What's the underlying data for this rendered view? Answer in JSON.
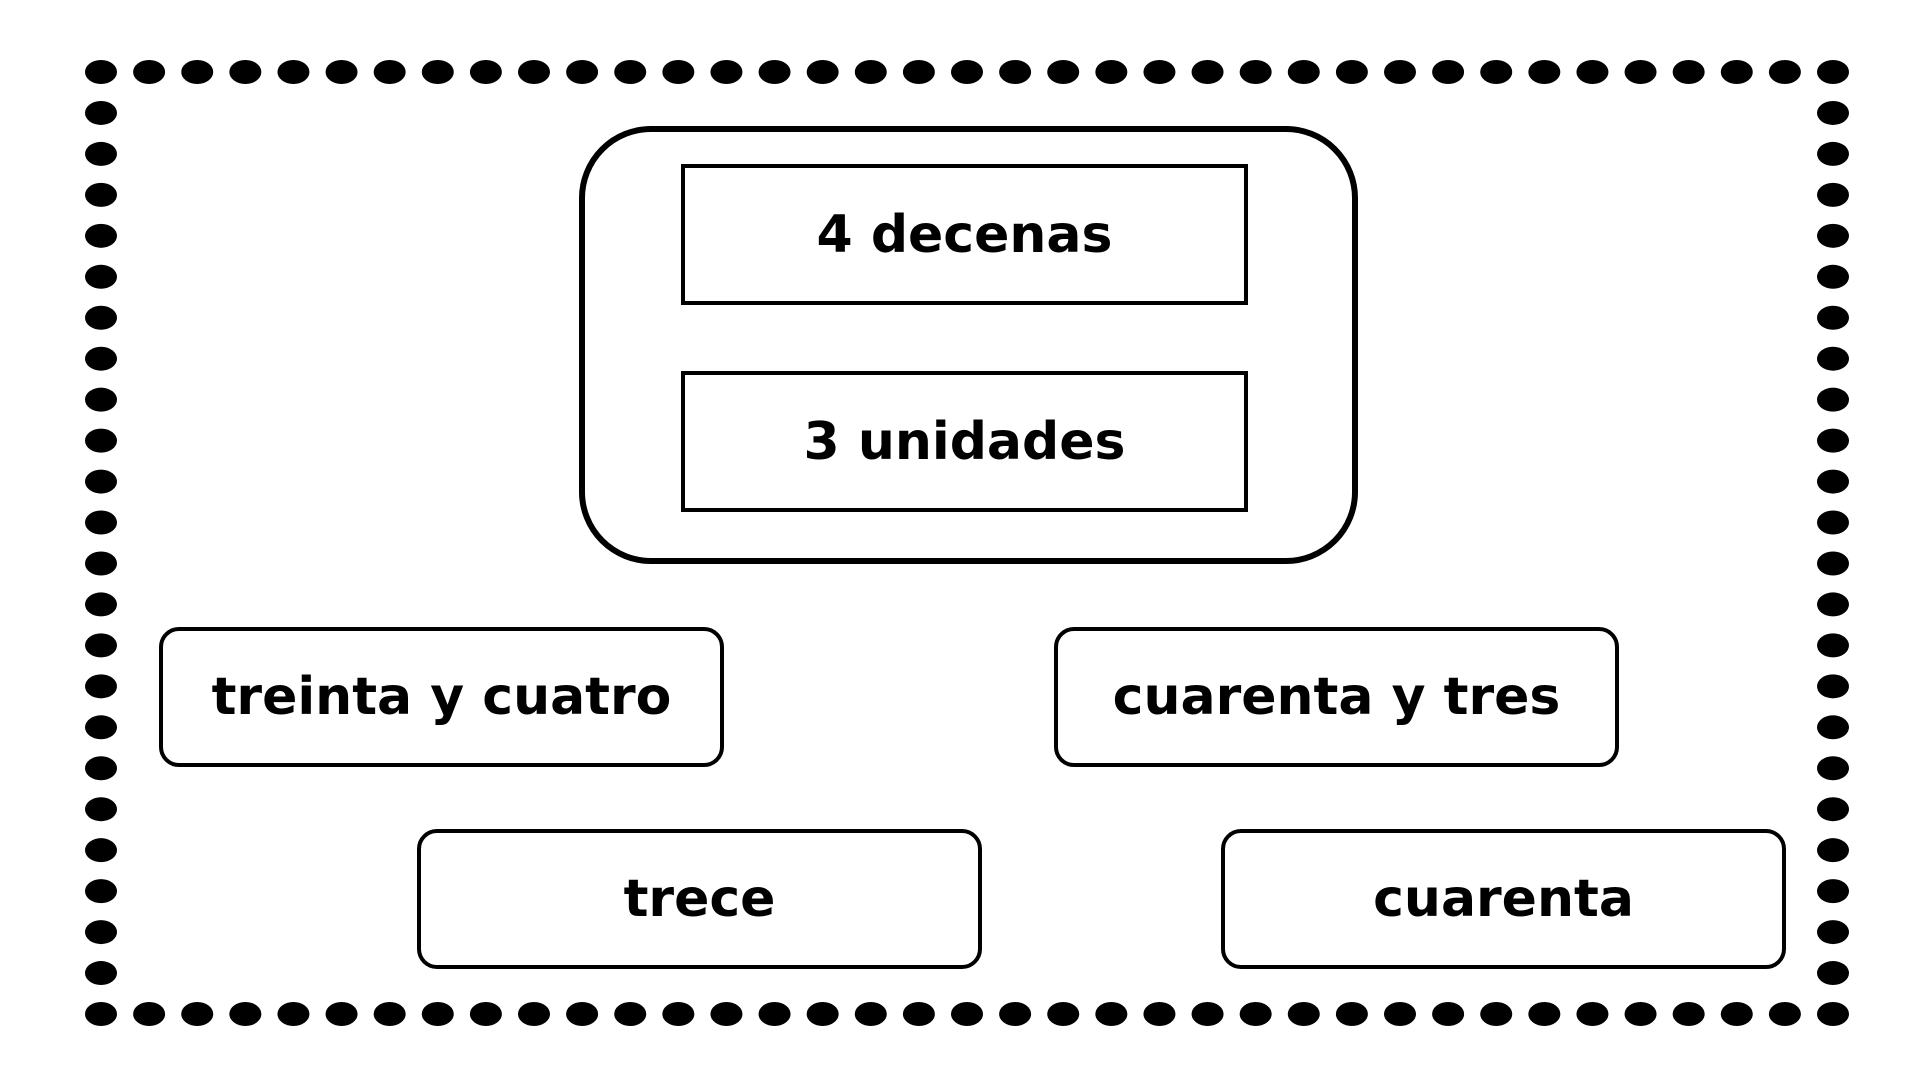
{
  "prompt": {
    "tens": "4 decenas",
    "units": "3 unidades"
  },
  "options": [
    "treinta y cuatro",
    "cuarenta y tres",
    "trece",
    "cuarenta"
  ],
  "colors": {
    "ink": "#000000",
    "background": "#ffffff"
  },
  "icons": {
    "frame": "dotted-border-frame"
  }
}
